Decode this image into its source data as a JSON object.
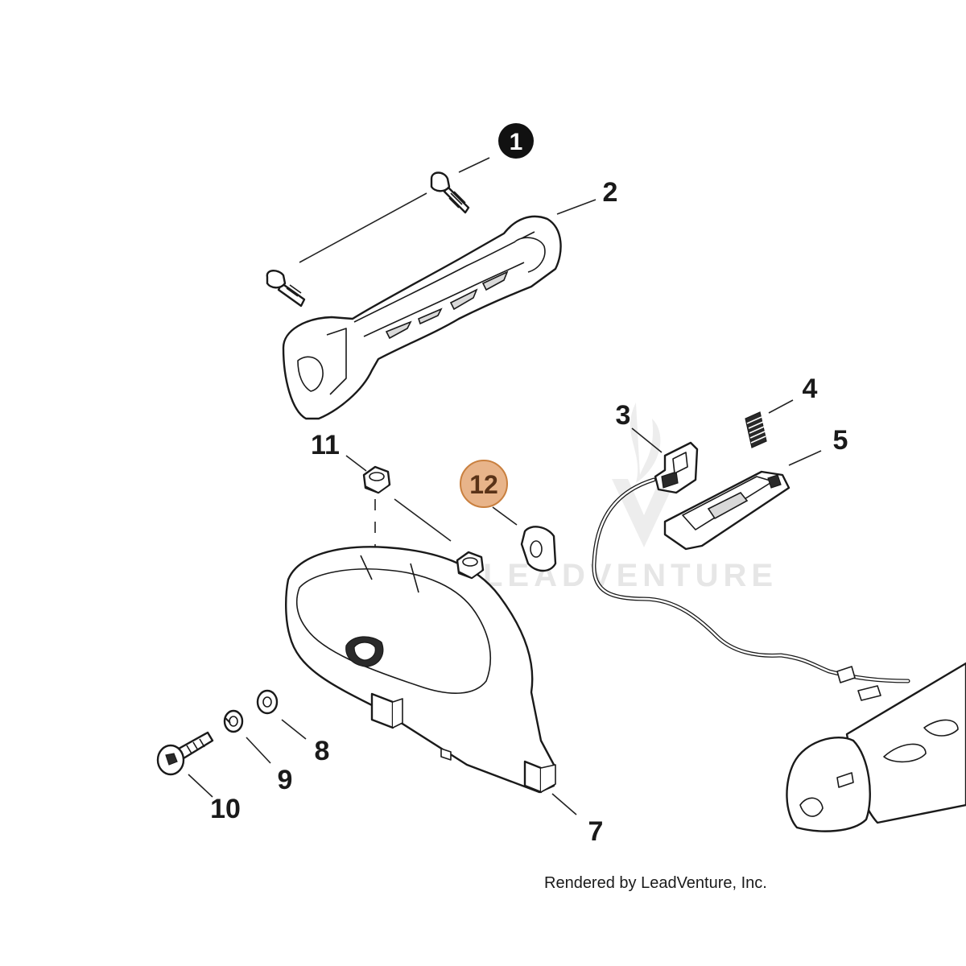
{
  "callouts": {
    "c1": "1",
    "c2": "2",
    "c3": "3",
    "c4": "4",
    "c5": "5",
    "c7": "7",
    "c8": "8",
    "c9": "9",
    "c10": "10",
    "c11": "11",
    "c12": "12"
  },
  "highlight": {
    "callout": "12",
    "color": "#e8b48a",
    "border": "#c9803f"
  },
  "watermark": "LEADVENTURE",
  "credit": "Rendered by LeadVenture, Inc."
}
